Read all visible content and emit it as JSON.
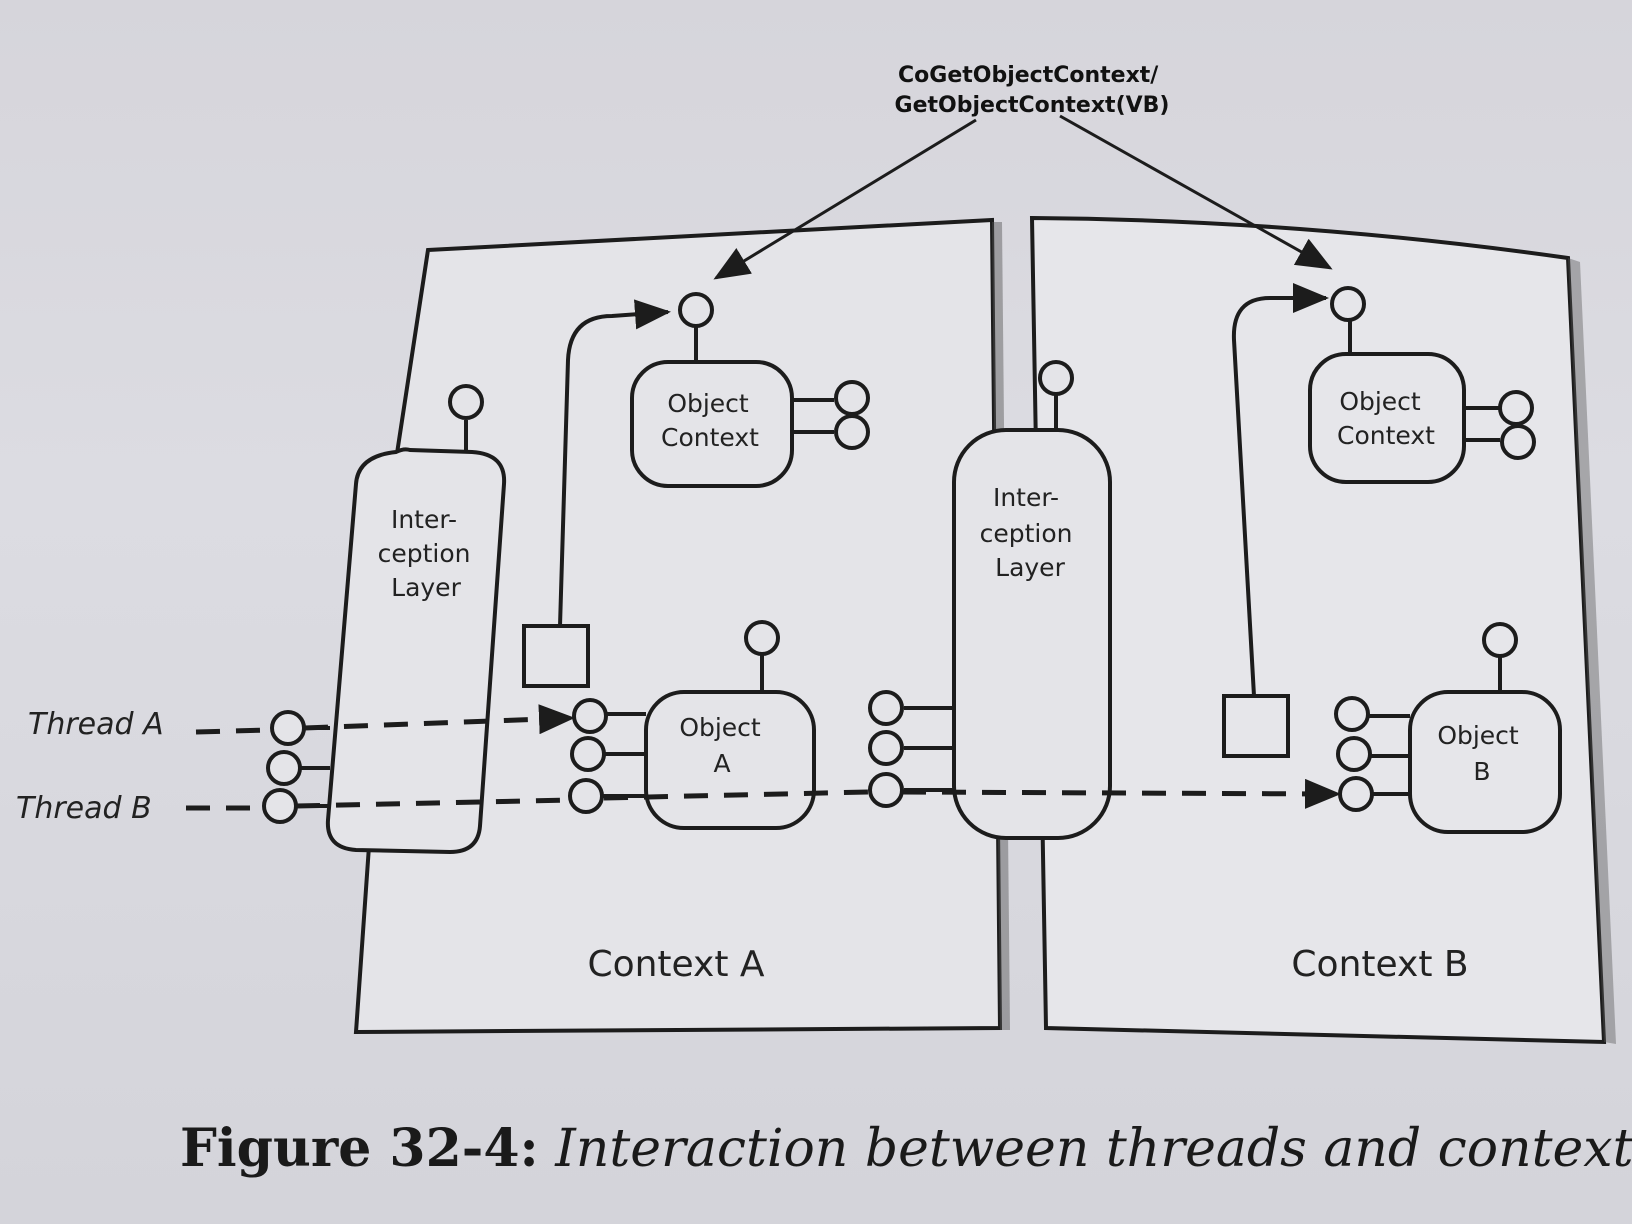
{
  "api_label": {
    "line1": "CoGetObjectContext/",
    "line2": "GetObjectContext(VB)"
  },
  "context_a": {
    "label": "Context A",
    "interception_layer": [
      "Inter-",
      "ception",
      "Layer"
    ],
    "object_context": [
      "Object",
      "Context"
    ],
    "object": [
      "Object",
      "A"
    ]
  },
  "context_b": {
    "label": "Context B",
    "interception_layer": [
      "Inter-",
      "ception",
      "Layer"
    ],
    "object_context": [
      "Object",
      "Context"
    ],
    "object": [
      "Object",
      "B"
    ]
  },
  "threads": {
    "a": "Thread A",
    "b": "Thread B"
  },
  "caption": {
    "number": "Figure 32-4:",
    "text": "Interaction between threads and contexts."
  },
  "colors": {
    "ink": "#1c1c1c",
    "panel": "#e6e6ea",
    "page": "#d8d8de"
  }
}
